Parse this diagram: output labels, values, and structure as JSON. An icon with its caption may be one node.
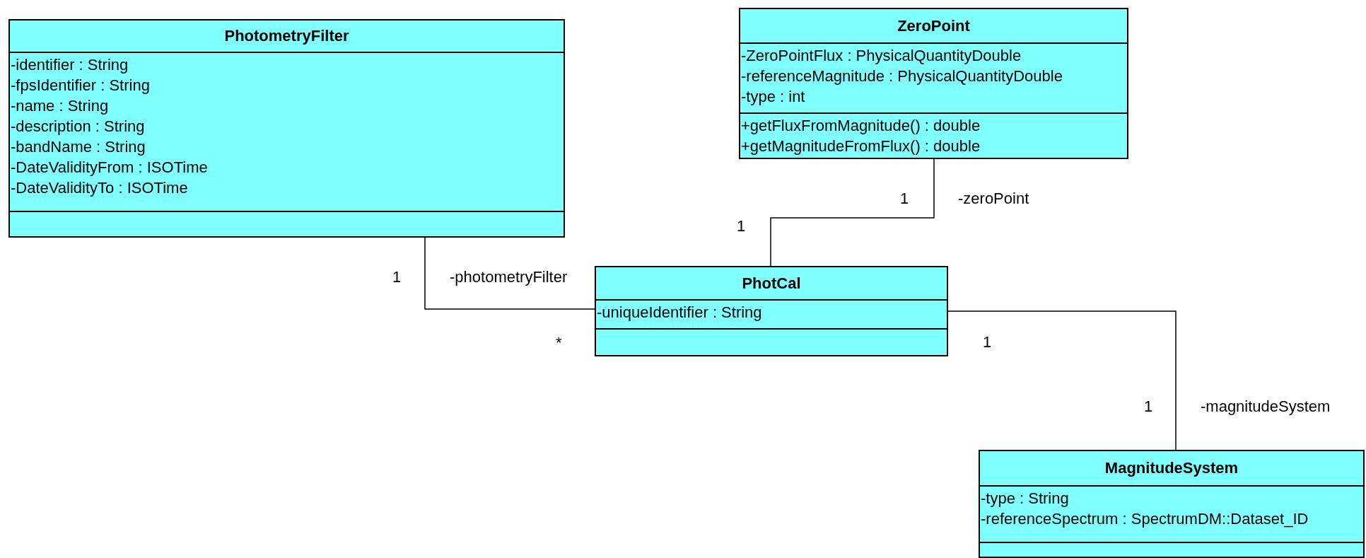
{
  "diagram": {
    "nodes": [
      {
        "text": [
          "PhotometryFilter",
          "-identifier : String",
          "-fpsIdentifier : String",
          "-name : String",
          "-description : String",
          "-bandName : String",
          "-DateValidityFrom : ISOTime",
          "-DateValidityTo : ISOTime"
        ]
      },
      {
        "text": [
          "ZeroPoint",
          "-ZeroPointFlux : PhysicalQuantityDouble",
          "-referenceMagnitude : PhysicalQuantityDouble",
          "-type : int",
          "+getFluxFromMagnitude() : double",
          "+getMagnitudeFromFlux() : double"
        ]
      },
      {
        "text": [
          "PhotCal",
          "-uniqueIdentifier : String"
        ]
      },
      {
        "text": [
          "MagnitudeSystem",
          "-type : String",
          "-referenceSpectrum : SpectrumDM::Dataset_ID"
        ]
      }
    ],
    "edges": [
      {
        "from": 0,
        "to": 2,
        "arrow": "none"
      },
      {
        "from": 1,
        "to": 2,
        "arrow": "none"
      },
      {
        "from": 2,
        "to": 3,
        "arrow": "none"
      }
    ],
    "labels": [
      "1",
      "-zeroPoint",
      "1",
      "1",
      "-photometryFilter",
      "*",
      "1",
      "1",
      "-magnitudeSystem"
    ]
  }
}
